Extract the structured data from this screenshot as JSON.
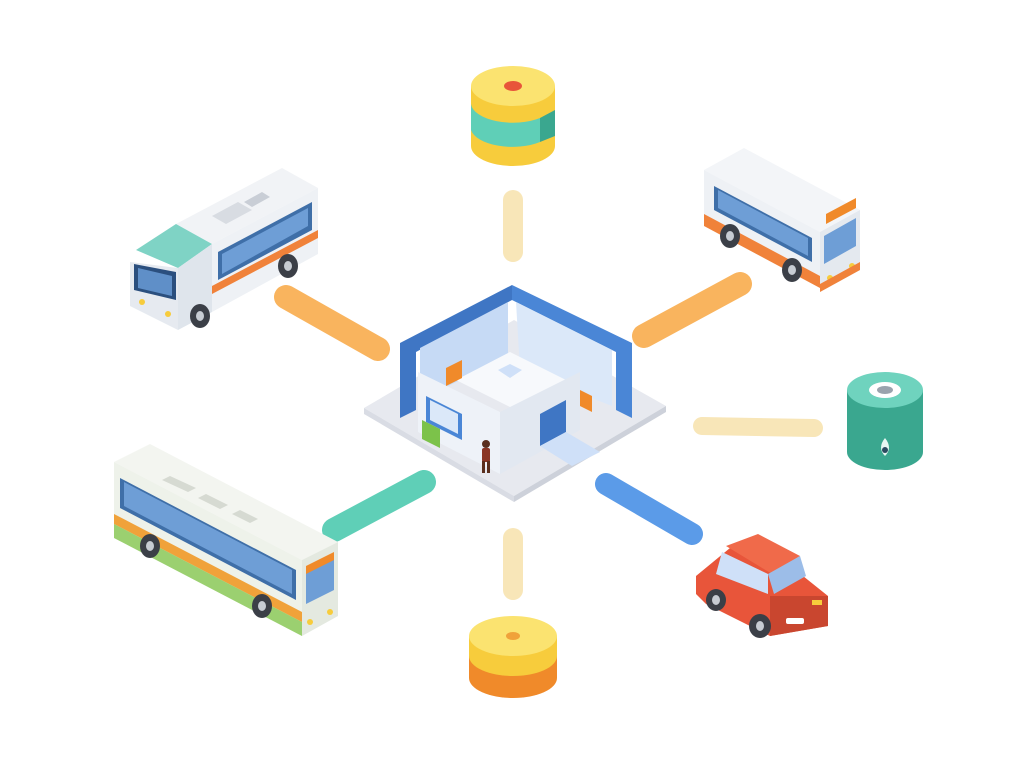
{
  "diagram": {
    "colors": {
      "background": "#ffffff",
      "hub_base": "#e7e9ef",
      "hub_frame": "#4a86d6",
      "hub_frame_light": "#cfe0f8",
      "hub_walls": "#eef2f7",
      "accent_orange": "#f08a2a",
      "accent_green": "#7cc24a",
      "connector_orange": "#f9b45e",
      "connector_cream": "#f8e6b8",
      "connector_teal": "#5fcfb7",
      "connector_blue": "#5b9be8",
      "car_red": "#e8553a",
      "bus_orange_stripe": "#f0823a",
      "bus_green": "#9bd070",
      "node_teal": "#3aa78f",
      "node_yellow": "#f7cc3c"
    },
    "nodes": [
      {
        "id": "center",
        "icon": "station-building-icon"
      },
      {
        "id": "top",
        "icon": "cylinder-node-icon"
      },
      {
        "id": "top-right",
        "icon": "bus-icon"
      },
      {
        "id": "right",
        "icon": "cylinder-node-icon"
      },
      {
        "id": "bottom-right",
        "icon": "car-icon"
      },
      {
        "id": "bottom",
        "icon": "cylinder-node-icon"
      },
      {
        "id": "bottom-left",
        "icon": "bus-icon"
      },
      {
        "id": "top-left",
        "icon": "bus-icon"
      }
    ]
  }
}
